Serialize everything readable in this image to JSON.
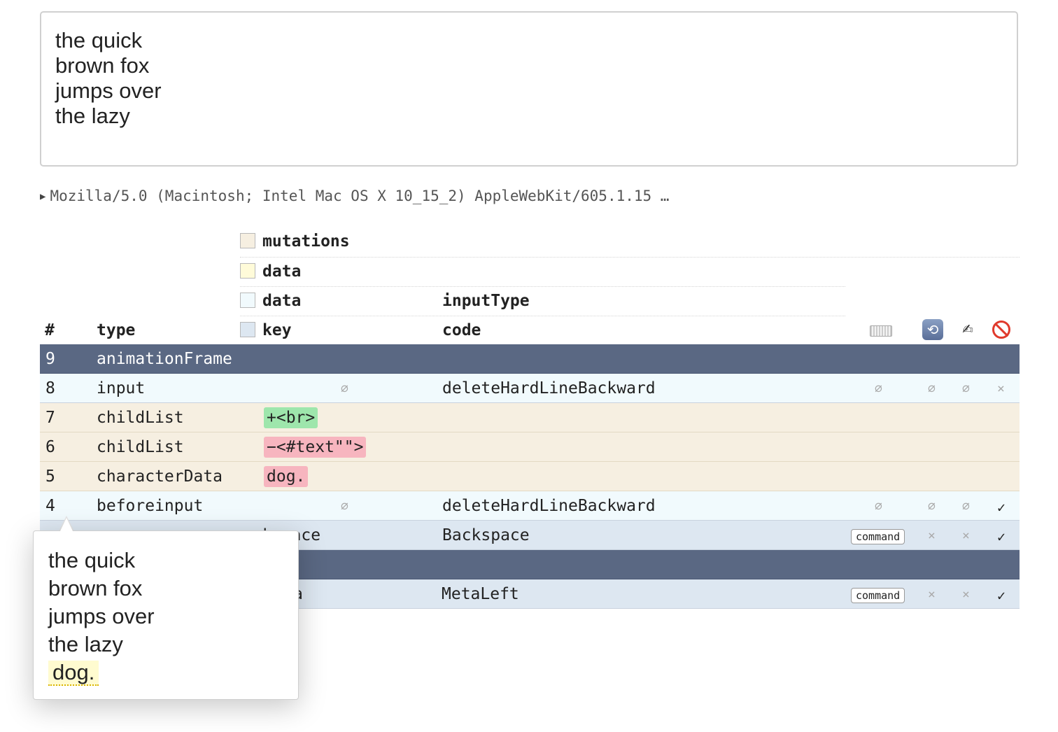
{
  "editor": {
    "lines": [
      "the quick",
      "brown fox",
      "jumps over",
      "the lazy"
    ]
  },
  "user_agent": "Mozilla/5.0 (Macintosh; Intel Mac OS X 10_15_2) AppleWebKit/605.1.15 …",
  "legend": {
    "mutations": "mutations",
    "data_a": "data",
    "data_b": "data",
    "input_type": "inputType",
    "key": "key",
    "code": "code"
  },
  "headers": {
    "num": "#",
    "type": "type"
  },
  "header_icons": [
    "keyboard-icon",
    "repeat-icon",
    "writing-hand-icon",
    "prohibited-icon"
  ],
  "rows": [
    {
      "num": "9",
      "type": "animationFrame"
    },
    {
      "num": "8",
      "type": "input",
      "null": "∅",
      "code": "deleteHardLineBackward",
      "s1": "∅",
      "s2": "∅",
      "s3": "∅",
      "s4": "×"
    },
    {
      "num": "7",
      "type": "childList",
      "pill": "+<br>"
    },
    {
      "num": "6",
      "type": "childList",
      "pill": "−<#text\"\">"
    },
    {
      "num": "5",
      "type": "characterData",
      "pill": "dog."
    },
    {
      "num": "4",
      "type": "beforeinput",
      "null": "∅",
      "code": "deleteHardLineBackward",
      "s1": "∅",
      "s2": "∅",
      "s3": "∅",
      "s4": "✓"
    },
    {
      "key": "kspace",
      "code": "Backspace",
      "mod": "command",
      "s2": "×",
      "s3": "×",
      "s4": "✓"
    },
    {
      "key": "a",
      "code": "MetaLeft",
      "mod": "command",
      "s2": "×",
      "s3": "×",
      "s4": "✓"
    }
  ],
  "popup": {
    "lines": [
      "the quick",
      "brown fox",
      "jumps over",
      "the lazy"
    ],
    "highlight": "dog."
  },
  "colors": {
    "animation_frame_row": "#5a6883",
    "input_row": "#f1fafd",
    "mutation_row": "#f6efe1",
    "key_row": "#dde7f1",
    "added": "#9ee6ac",
    "removed": "#f7b5bf"
  }
}
